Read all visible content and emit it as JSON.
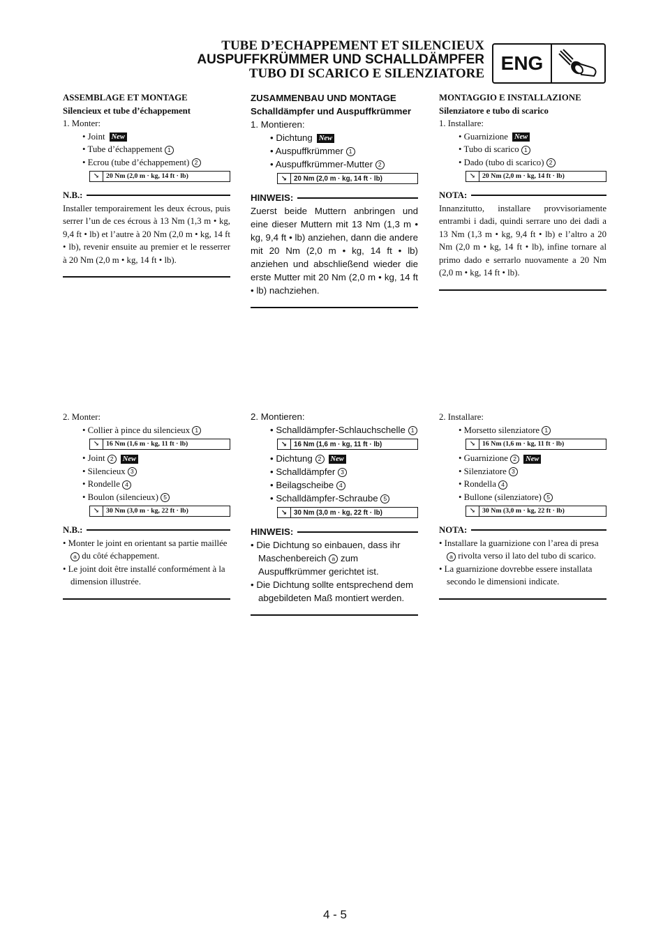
{
  "header": {
    "title_fr": "TUBE D’ECHAPPEMENT ET SILENCIEUX",
    "title_de": "AUSPUFFKRÜMMER UND SCHALLDÄMPFER",
    "title_it": "TUBO DI SCARICO E SILENZIATORE",
    "lang_badge": "ENG",
    "icon": "engine-exhaust-icon"
  },
  "badges": {
    "new": "New"
  },
  "fr": {
    "h1": "ASSEMBLAGE ET MONTAGE",
    "h2": "Silencieux et tube d’échappement",
    "s1_title": "1. Monter:",
    "s1_items": [
      "• Joint",
      "• Tube d’échappement",
      "• Ecrou (tube d’échappement)"
    ],
    "s1_nums": [
      "1",
      "2"
    ],
    "s1_torque": "20 Nm (2,0 m · kg, 14 ft · lb)",
    "note1_label": "N.B.:",
    "note1_text": "Installer temporairement les deux écrous, puis serrer l’un de ces écrous à 13 Nm (1,3 m • kg, 9,4 ft • lb) et l’autre à 20 Nm (2,0 m • kg, 14 ft • lb), revenir ensuite au premier et le resserrer à 20 Nm (2,0 m • kg, 14 ft • lb).",
    "s2_title": "2. Monter:",
    "s2_item1": "• Collier à pince du silencieux",
    "s2_torque1": "16 Nm (1,6 m · kg, 11 ft · lb)",
    "s2_items": [
      "• Joint",
      "• Silencieux",
      "• Rondelle",
      "• Boulon (silencieux)"
    ],
    "s2_nums": [
      "1",
      "2",
      "3",
      "4",
      "5"
    ],
    "s2_torque2": "30 Nm (3,0 m · kg, 22 ft · lb)",
    "note2_label": "N.B.:",
    "note2_b1_pre": "• Monter le joint en orientant sa partie maillée",
    "note2_b1_ref": "a",
    "note2_b1_post": "du côté échappement.",
    "note2_b2": "• Le joint doit être installé conformément à la dimension illustrée."
  },
  "de": {
    "h1": "ZUSAMMENBAU UND MONTAGE",
    "h2": "Schalldämpfer und Auspuffkrümmer",
    "s1_title": "1. Montieren:",
    "s1_items": [
      "• Dichtung",
      "• Auspuffkrümmer",
      "• Auspuffkrümmer-Mutter"
    ],
    "s1_nums": [
      "1",
      "2"
    ],
    "s1_torque": "20 Nm (2,0 m · kg, 14 ft · lb)",
    "note1_label": "HINWEIS:",
    "note1_text": "Zuerst beide Muttern anbringen und eine dieser Muttern mit 13 Nm (1,3 m • kg, 9,4 ft • lb) anziehen, dann die andere mit 20 Nm (2,0 m • kg, 14 ft • lb) anziehen und abschließend wieder die erste Mutter mit 20 Nm (2,0 m • kg, 14 ft • lb) nachziehen.",
    "s2_title": "2. Montieren:",
    "s2_item1": "• Schalldämpfer-Schlauchschelle",
    "s2_torque1": "16 Nm (1,6 m · kg, 11 ft · lb)",
    "s2_items": [
      "• Dichtung",
      "• Schalldämpfer",
      "• Beilagscheibe",
      "• Schalldämpfer-Schraube"
    ],
    "s2_nums": [
      "1",
      "2",
      "3",
      "4",
      "5"
    ],
    "s2_torque2": "30 Nm (3,0 m · kg, 22 ft · lb)",
    "note2_label": "HINWEIS:",
    "note2_b1_pre": "• Die Dichtung so einbauen, dass ihr Maschenbereich",
    "note2_b1_ref": "a",
    "note2_b1_post": "zum Auspuffkrümmer gerichtet ist.",
    "note2_b2": "• Die Dichtung sollte entsprechend dem abgebildeten Maß montiert werden."
  },
  "it": {
    "h1": "MONTAGGIO E INSTALLAZIONE",
    "h2": "Silenziatore e tubo di scarico",
    "s1_title": "1. Installare:",
    "s1_items": [
      "• Guarnizione",
      "• Tubo di scarico",
      "• Dado (tubo di scarico)"
    ],
    "s1_nums": [
      "1",
      "2"
    ],
    "s1_torque": "20 Nm (2,0 m · kg, 14 ft · lb)",
    "note1_label": "NOTA:",
    "note1_text": "Innanzitutto, installare provvisoriamente entrambi i dadi, quindi serrare uno dei dadi a 13 Nm (1,3 m • kg, 9,4 ft • lb) e l’altro a 20 Nm (2,0 m • kg, 14 ft • lb), infine tornare al primo dado e serrarlo nuovamente a 20 Nm (2,0 m • kg, 14 ft • lb).",
    "s2_title": "2. Installare:",
    "s2_item1": "• Morsetto silenziatore",
    "s2_torque1": "16 Nm (1,6 m · kg, 11 ft · lb)",
    "s2_items": [
      "• Guarnizione",
      "• Silenziatore",
      "• Rondella",
      "• Bullone (silenziatore)"
    ],
    "s2_nums": [
      "1",
      "2",
      "3",
      "4",
      "5"
    ],
    "s2_torque2": "30 Nm (3,0 m · kg, 22 ft · lb)",
    "note2_label": "NOTA:",
    "note2_b1_pre": "• Installare la guarnizione con l’area di presa",
    "note2_b1_ref": "a",
    "note2_b1_post": "rivolta verso il lato del tubo di scarico.",
    "note2_b2": "• La guarnizione dovrebbe essere installata secondo le dimensioni indicate."
  },
  "footer": {
    "page_number": "4 - 5"
  }
}
